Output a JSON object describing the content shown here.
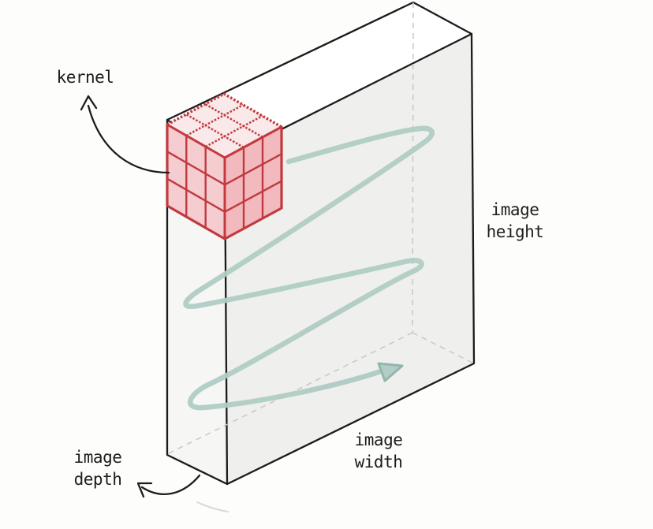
{
  "labels": {
    "kernel": "kernel",
    "image_height": "image\nheight",
    "image_width": "image\nwidth",
    "image_depth": "image\ndepth"
  },
  "colors": {
    "background": "#fdfdfc",
    "box_edge": "#1c1c1c",
    "box_front_face": "#efefed",
    "box_side_face": "#f6f6f4",
    "box_top_face": "#ffffff",
    "hidden_edge": "#c7c7c4",
    "scan_path": "#b0ccc4",
    "scan_arrow_outline": "#8fb3a9",
    "kernel_outline": "#c13a3e",
    "kernel_top_face": "#f9e9ea",
    "kernel_left_face": "#f5ccd0",
    "kernel_right_face": "#f2b9be",
    "annotation_arrow": "#1d1d1d",
    "label_text": "#1d1d1d"
  }
}
